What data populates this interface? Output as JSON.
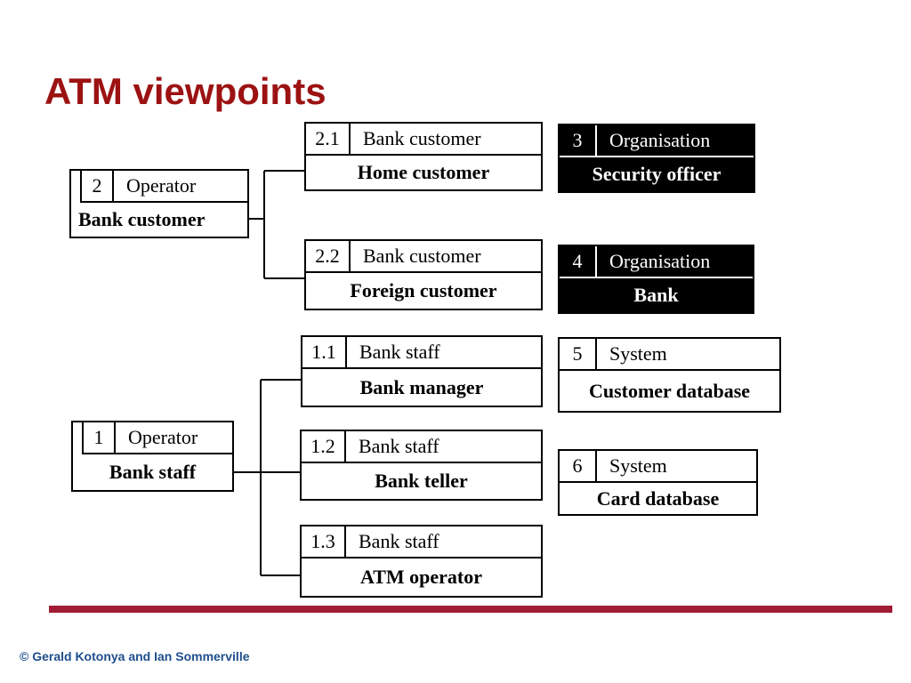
{
  "title": "ATM viewpoints",
  "footer": {
    "copyright": "© Gerald Kotonya and Ian Sommerville"
  },
  "colors": {
    "title_text": "#9c1212",
    "bottom_bar": "#a01c35",
    "copyright_text": "#1e4e8c",
    "box_border": "#000000",
    "dark_box_background": "#000000",
    "dark_box_text": "#ffffff"
  },
  "diagram": {
    "boxes": [
      {
        "number": "2",
        "category": "Operator",
        "name": "Bank customer"
      },
      {
        "number": "2.1",
        "category": "Bank customer",
        "name": "Home customer"
      },
      {
        "number": "3",
        "category": "Organisation",
        "name": "Security officer"
      },
      {
        "number": "2.2",
        "category": "Bank customer",
        "name": "Foreign customer"
      },
      {
        "number": "4",
        "category": "Organisation",
        "name": "Bank"
      },
      {
        "number": "1.1",
        "category": "Bank staff",
        "name": "Bank manager"
      },
      {
        "number": "5",
        "category": "System",
        "name": "Customer database"
      },
      {
        "number": "1",
        "category": "Operator",
        "name": "Bank staff"
      },
      {
        "number": "1.2",
        "category": "Bank staff",
        "name": "Bank teller"
      },
      {
        "number": "6",
        "category": "System",
        "name": "Card database"
      },
      {
        "number": "1.3",
        "category": "Bank staff",
        "name": "ATM operator"
      }
    ]
  }
}
